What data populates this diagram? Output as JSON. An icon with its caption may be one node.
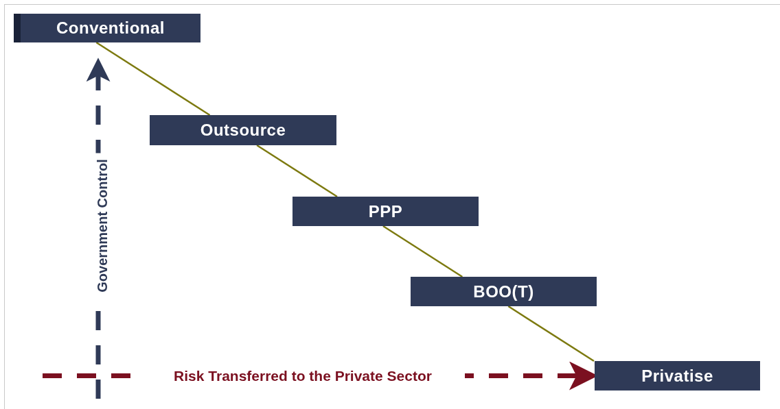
{
  "diagram": {
    "nodes": [
      {
        "text": [
          "Conventional"
        ]
      },
      {
        "text": [
          "Outsource"
        ]
      },
      {
        "text": [
          "PPP"
        ]
      },
      {
        "text": [
          "BOO(T)"
        ]
      },
      {
        "text": [
          "Privatise"
        ]
      }
    ],
    "edges": [
      {
        "from": 0,
        "to": 1,
        "arrow": "none"
      },
      {
        "from": 1,
        "to": 2,
        "arrow": "none"
      },
      {
        "from": 2,
        "to": 3,
        "arrow": "none"
      },
      {
        "from": 3,
        "to": 4,
        "arrow": "none"
      },
      {
        "from": null,
        "to": 4,
        "arrow": "to",
        "label": "Risk Transferred to the Private Sector",
        "style": "dashed",
        "color": "#7b1020"
      }
    ],
    "labels": [
      "Government Control"
    ]
  }
}
